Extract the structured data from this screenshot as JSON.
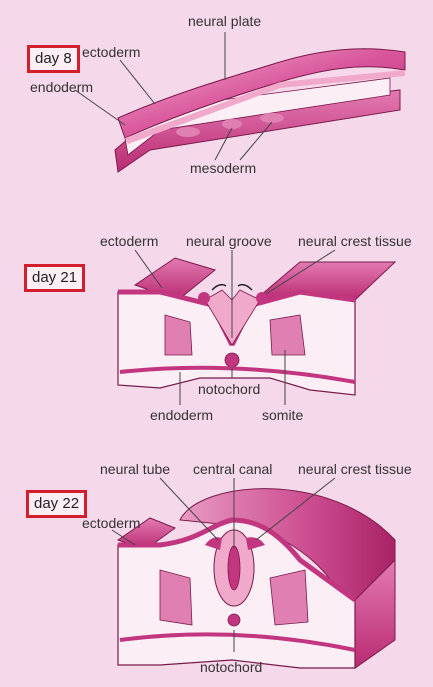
{
  "panels": [
    {
      "day": "day 8",
      "labels": {
        "neural_plate": "neural plate",
        "ectoderm": "ectoderm",
        "endoderm": "endoderm",
        "mesoderm": "mesoderm"
      }
    },
    {
      "day": "day 21",
      "labels": {
        "ectoderm": "ectoderm",
        "neural_groove": "neural groove",
        "neural_crest_tissue": "neural crest tissue",
        "notochord": "notochord",
        "endoderm": "endoderm",
        "somite": "somite"
      }
    },
    {
      "day": "day 22",
      "labels": {
        "neural_tube": "neural tube",
        "central_canal": "central canal",
        "neural_crest_tissue": "neural crest tissue",
        "ectoderm": "ectoderm",
        "notochord": "notochord"
      }
    }
  ],
  "colors": {
    "background": "#f5d8ea",
    "tissue_dark": "#c2367f",
    "tissue_mid": "#e07fb2",
    "tissue_light": "#f8e6f0",
    "label_box_border": "#d31f2d"
  }
}
